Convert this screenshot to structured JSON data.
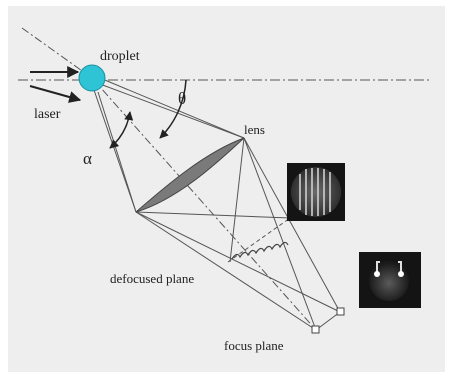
{
  "labels": {
    "droplet": "droplet",
    "laser": "laser",
    "theta": "θ",
    "alpha": "α",
    "lens": "lens",
    "defocused_plane": "defocused plane",
    "focus_plane": "focus plane"
  },
  "colors": {
    "panel_background": "#eeeeee",
    "droplet": "#2ec4d6",
    "lens": "#7a7a7a",
    "line": "#555555",
    "arrow": "#222222",
    "inset_background": "#141414"
  },
  "icons": {
    "defocused_image": "interference-fringes-image",
    "focused_image": "focused-glare-points-image"
  }
}
